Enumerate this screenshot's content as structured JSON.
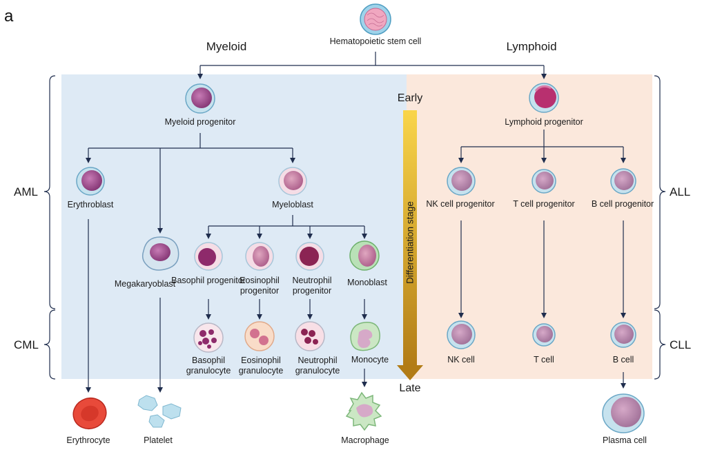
{
  "panel_label": "a",
  "lineages": {
    "myeloid": "Myeloid",
    "lymphoid": "Lymphoid"
  },
  "stages": {
    "early": "Early",
    "late": "Late",
    "axis": "Differentiation stage"
  },
  "diseases": {
    "aml": "AML",
    "cml": "CML",
    "all": "ALL",
    "cll": "CLL"
  },
  "cells": {
    "hsc": "Hematopoietic stem cell",
    "myeloid_progenitor": "Myeloid progenitor",
    "lymphoid_progenitor": "Lymphoid progenitor",
    "erythroblast": "Erythroblast",
    "megakaryoblast": "Megakaryoblast",
    "myeloblast": "Myeloblast",
    "basophil_progenitor": "Basophil progenitor",
    "eosinophil_progenitor": "Eosinophil progenitor",
    "neutrophil_progenitor": "Neutrophil progenitor",
    "monoblast": "Monoblast",
    "basophil_granulocyte": "Basophil granulocyte",
    "eosinophil_granulocyte": "Eosinophil granulocyte",
    "neutrophil_granulocyte": "Neutrophil granulocyte",
    "monocyte": "Monocyte",
    "nk_progenitor": "NK cell progenitor",
    "t_progenitor": "T cell progenitor",
    "b_progenitor": "B cell progenitor",
    "nk_cell": "NK cell",
    "t_cell": "T cell",
    "b_cell": "B cell",
    "erythrocyte": "Erythrocyte",
    "platelet": "Platelet",
    "macrophage": "Macrophage",
    "plasma_cell": "Plasma cell"
  },
  "colors": {
    "myeloid_bg": "#deeaf5",
    "lymphoid_bg": "#fbe8dc",
    "arrow_top": "#f7c93a",
    "arrow_bottom": "#b98318",
    "line": "#1f2d4d"
  }
}
